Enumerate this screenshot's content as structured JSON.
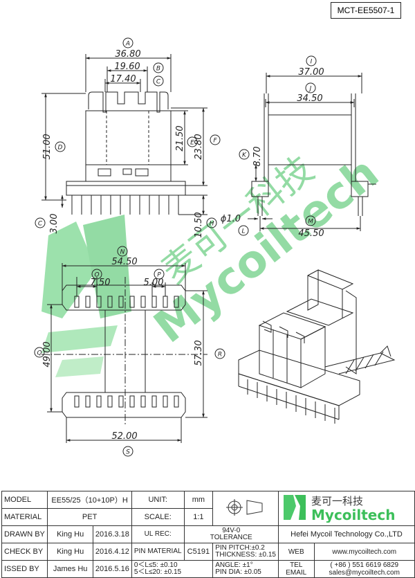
{
  "drawing_code": "MCT-EE5507-1",
  "dims": {
    "A": "36.80",
    "B": "19.60",
    "C": "17.40",
    "D": "51.00",
    "E": "21.50",
    "F": "23.80",
    "G": "3.00",
    "H": "10.50",
    "I": "37.00",
    "J": "34.50",
    "K": "8.70",
    "L": "ϕ1.0",
    "M": "45.50",
    "N": "54.50",
    "O": "7.50",
    "P": "5.00",
    "Q": "49.00",
    "R": "57.30",
    "S": "52.00"
  },
  "dim_letters": {
    "A": "A",
    "B": "B",
    "C": "C",
    "D": "D",
    "E": "E",
    "F": "F",
    "G": "C",
    "H": "H",
    "I": "I",
    "J": "J",
    "K": "K",
    "L": "L",
    "M": "M",
    "N": "N",
    "O": "O",
    "P": "P",
    "Q": "Q",
    "R": "R",
    "S": "S"
  },
  "watermark": {
    "brand": "Mycoiltech",
    "cn": "麦可一科技"
  },
  "title_block": {
    "model_label": "MODEL",
    "model": "EE55/25（10+10P）H",
    "unit_label": "UNIT:",
    "unit": "mm",
    "material_label": "MATERIAL",
    "material": "PET",
    "scale_label": "SCALE:",
    "scale": "1:1",
    "drawn_label": "DRAWN BY",
    "drawn_by": "King Hu",
    "drawn_date": "2016.3.18",
    "ul_label": "UL REC:",
    "ul": "94V-0",
    "tolerance_label": "TOLERANCE",
    "check_label": "CHECK BY",
    "check_by": "King Hu",
    "check_date": "2016.4.12",
    "pin_material_label": "PIN MATERIAL",
    "pin_material": "C5191",
    "pin_pitch": "PIN PITCH:±0.2",
    "thickness": "THICKNESS: ±0.15",
    "issued_label": "ISSED BY",
    "issued_by": "James Hu",
    "issued_date": "2016.5.16",
    "tol_1": "0＜L≤5: ±0.10",
    "tol_2": "5＜L≤20: ±0.15",
    "angle": "ANGLE: ±1°",
    "pin_dia": "PIN DIA: ±0.05",
    "logo_cn": "麦可一科技",
    "logo_en": "Mycoiltech",
    "company": "Hefei Mycoil Technology Co.,LTD",
    "web_label": "WEB",
    "web": "www.mycoiltech.com",
    "tel_label": "TEL",
    "tel": "( +86 ) 551 6619 6829",
    "email_label": "EMAIL",
    "email": "sales@mycoiltech.com"
  },
  "colors": {
    "line": "#222222",
    "watermark": "#3cbf5a"
  }
}
